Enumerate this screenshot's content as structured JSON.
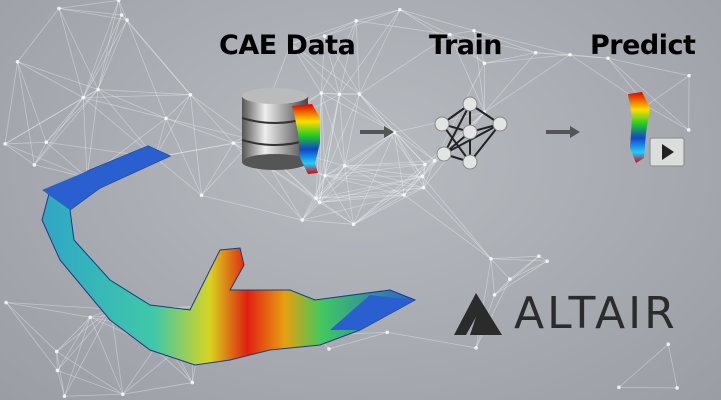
{
  "stages": [
    {
      "label": "CAE Data"
    },
    {
      "label": "Train"
    },
    {
      "label": "Predict"
    }
  ],
  "logo": {
    "text": "ALTAIR"
  },
  "colors": {
    "background": "#a9adb2",
    "text": "#000000",
    "logo": "#2b2b2b"
  },
  "icons": [
    "database-icon",
    "neural-network-icon",
    "arrow-right-icon",
    "play-icon",
    "bracket-stress-model"
  ]
}
